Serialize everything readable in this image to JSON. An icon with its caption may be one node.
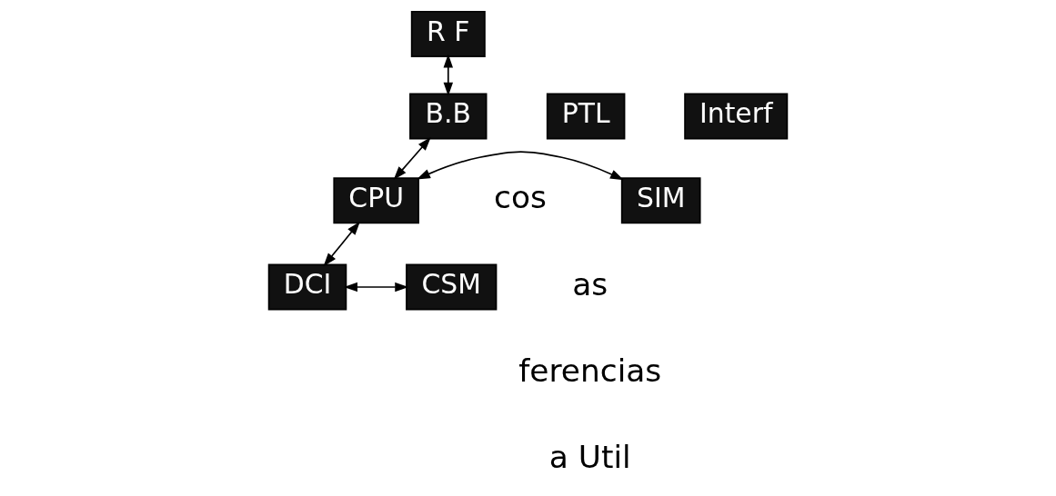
{
  "diagram": {
    "nodes": [
      {
        "text": [
          "R F"
        ]
      },
      {
        "text": [
          "B.B"
        ]
      },
      {
        "text": [
          "PTL"
        ]
      },
      {
        "text": [
          "Interf"
        ]
      },
      {
        "text": [
          "CPU"
        ]
      },
      {
        "text": [
          "SIM"
        ]
      },
      {
        "text": [
          "CSM"
        ]
      },
      {
        "text": [
          "DCI"
        ]
      }
    ],
    "edges": [
      {
        "from": 0,
        "to": 1,
        "arrow": "both"
      },
      {
        "from": 1,
        "to": 4,
        "arrow": "both"
      },
      {
        "from": 4,
        "to": 5,
        "arrow": "both"
      },
      {
        "from": 4,
        "to": 7,
        "arrow": "both"
      },
      {
        "from": 6,
        "to": 7,
        "arrow": "both"
      }
    ],
    "labels": [
      "cos",
      "as",
      "ferencias",
      "a Util"
    ]
  }
}
